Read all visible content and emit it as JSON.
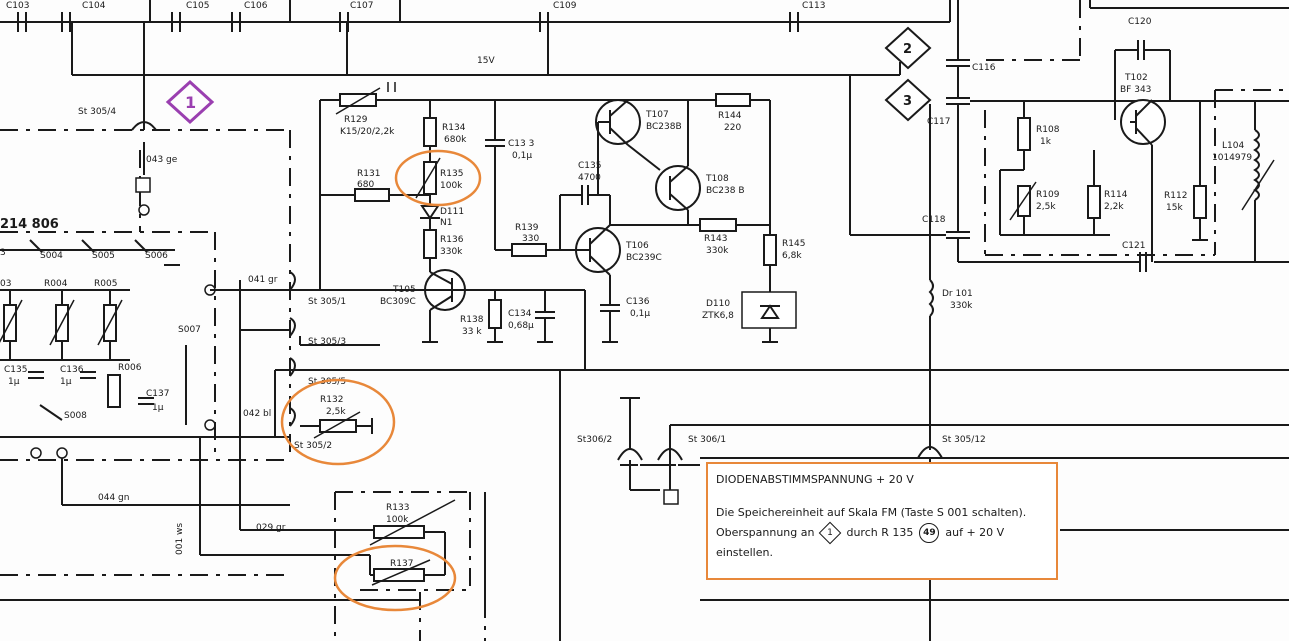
{
  "labels": {
    "c103": "C103",
    "c104": "C104",
    "c105": "C105",
    "c106": "C106",
    "c107": "C107",
    "c109": "C109",
    "c113": "C113",
    "c116": "C116",
    "c117": "C117",
    "c118": "C118",
    "c120": "C120",
    "c121": "C121",
    "c133": "C13 3",
    "c133v": "0,1µ",
    "c134": "C134",
    "c134v": "0,68µ",
    "c135": "C135",
    "c135v": "4700",
    "c136": "C136",
    "c136v": "0,1µ",
    "c135b": "C135",
    "c135bv": "1µ",
    "c136b": "C136",
    "c136bv": "1µ",
    "c137": "C137",
    "c137v": "1µ",
    "r129": "R129",
    "r129v": "K15/20/2,2k",
    "r131": "R131",
    "r131v": "680",
    "r134": "R134",
    "r134v": "680k",
    "r135": "R135",
    "r135v": "100k",
    "r136": "R136",
    "r136v": "330k",
    "r138": "R138",
    "r138v": "33 k",
    "r139": "R139",
    "r139v": "330",
    "r143": "R143",
    "r143v": "330k",
    "r144": "R144",
    "r144v": "220",
    "r145": "R145",
    "r145v": "6,8k",
    "r132": "R132",
    "r132v": "2,5k",
    "r133": "R133",
    "r133v": "100k",
    "r137": "R137",
    "r108": "R108",
    "r108v": "1k",
    "r109": "R109",
    "r109v": "2,5k",
    "r114": "R114",
    "r114v": "2,2k",
    "r112": "R112",
    "r112v": "15k",
    "r004": "R004",
    "r005": "R005",
    "r006": "R006",
    "t105": "T105",
    "t105v": "BC309C",
    "t106": "T106",
    "t106v": "BC239C",
    "t107": "T107",
    "t107v": "BC238B",
    "t108": "T108",
    "t108v": "BC238 B",
    "t102": "T102",
    "t102v": "BF 343",
    "d111": "D111",
    "d111v": "N1",
    "d110": "D110",
    "d110v": "ZTK6,8",
    "dr101": "Dr 101",
    "dr101v": "330k",
    "l104": "L104",
    "l104v": "1014979",
    "s004": "S004",
    "s005": "S005",
    "s006": "S006",
    "s007": "S007",
    "s008": "S008",
    "st305_4": "St 305/4",
    "st305_1": "St 305/1",
    "st305_3": "St 305/3",
    "st305_5": "St 305/5",
    "st305_2": "St 305/2",
    "st305_12": "St 305/12",
    "st306_2": "St306/2",
    "st306_1": "St 306/1",
    "w043": "043 ge",
    "w041": "041 gr",
    "w042": "042 bl",
    "w044": "044 gn",
    "w029": "029 gr",
    "w001": "001 ws",
    "v15": "15V",
    "chip": "214 806",
    "r03": "03",
    "r3": "3",
    "marker1": "1",
    "marker2": "2",
    "marker3": "3"
  },
  "note": {
    "title": "DIODENABSTIMMSPANNUNG   + 20 V",
    "line1": "Die Speichereinheit auf Skala FM (Taste S 001 schalten).",
    "line2_pre": "Oberspannung an",
    "line2_diamond": "1",
    "line2_mid": "durch R 135",
    "line2_circle": "49",
    "line2_post": "auf + 20 V",
    "line3": "einstellen."
  },
  "colors": {
    "highlight": "#e8883a",
    "marker": "#9a3fb0",
    "ink": "#1a1a1a"
  }
}
